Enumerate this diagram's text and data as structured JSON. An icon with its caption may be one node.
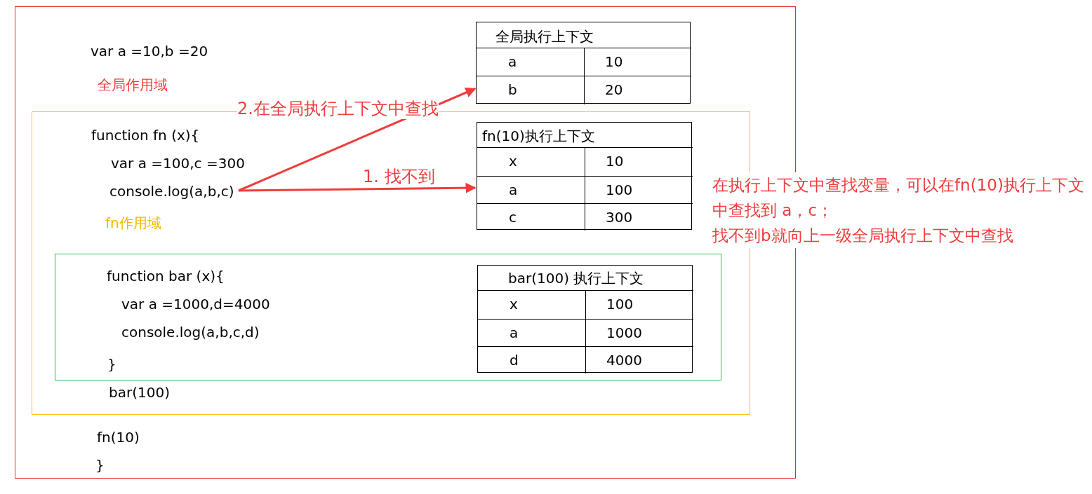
{
  "diagram": {
    "nodes": [
      {
        "text": [
          "var a =10,b =20",
          "全局作用域",
          "fn(10)",
          "}"
        ]
      },
      {
        "text": [
          "全局执行上下文"
        ],
        "in": 0
      },
      {
        "text": [
          "a",
          "10"
        ],
        "in": 1
      },
      {
        "text": [
          "b",
          "20"
        ],
        "in": 1
      },
      {
        "text": [
          "function fn (x){",
          "var a =100,c =300",
          "fn作用域",
          "bar(100)"
        ],
        "in": 0
      },
      {
        "text": [
          "console.log(a,b,c)"
        ],
        "in": 4
      },
      {
        "text": [
          "fn(10)执行上下文"
        ],
        "in": 4
      },
      {
        "text": [
          "x",
          "10"
        ],
        "in": 6
      },
      {
        "text": [
          "a",
          "100"
        ],
        "in": 6
      },
      {
        "text": [
          "c",
          "300"
        ],
        "in": 6
      },
      {
        "text": [
          "function bar (x){",
          "var a =1000,d=4000",
          "console.log(a,b,c,d)",
          "}"
        ],
        "in": 4
      },
      {
        "text": [
          "bar(100) 执行上下文"
        ],
        "in": 10
      },
      {
        "text": [
          "x",
          "100"
        ],
        "in": 11
      },
      {
        "text": [
          "a",
          "1000"
        ],
        "in": 11
      },
      {
        "text": [
          "d",
          "4000"
        ],
        "in": 11
      }
    ],
    "edges": [
      {
        "from": 5,
        "to": 3,
        "arrow": "to",
        "label": "2.在全局执行上下文中查找",
        "color": "#f03c3c"
      },
      {
        "from": 5,
        "to": 8,
        "arrow": "to",
        "label": "1. 找不到",
        "color": "#f03c3c"
      }
    ],
    "labels": [
      "在执行上下文中查找变量，可以在fn(10)执行上下文中查找到 a，c；",
      "找不到b就向上一级全局执行上下文中查找"
    ]
  }
}
